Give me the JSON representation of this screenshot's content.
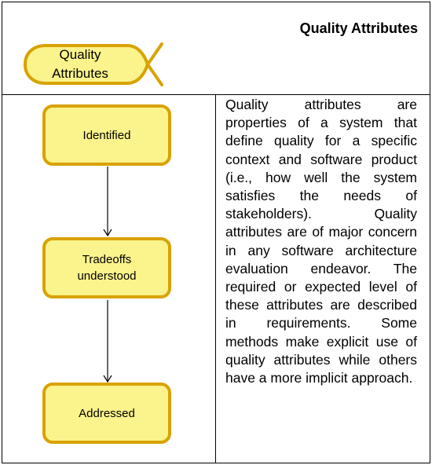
{
  "header": {
    "title": "Quality Attributes",
    "fish_label_line1": "Quality",
    "fish_label_line2": "Attributes"
  },
  "states": [
    {
      "line1": "Identified",
      "line2": ""
    },
    {
      "line1": "Tradeoffs",
      "line2": "understood"
    },
    {
      "line1": "Addressed",
      "line2": ""
    }
  ],
  "description": "Quality attributes are properties of a system that define quality for a specific context and software product (i.e., how well the system satisfies the needs of stakeholders). Quality attributes are of major concern in any software architecture evaluation endeavor. The required or expected level of these attributes are described in requirements. Some methods make explicit use of quality attributes while others have a more implicit approach.",
  "colors": {
    "box_fill": "#fbf38b",
    "box_border": "#d9a200"
  }
}
